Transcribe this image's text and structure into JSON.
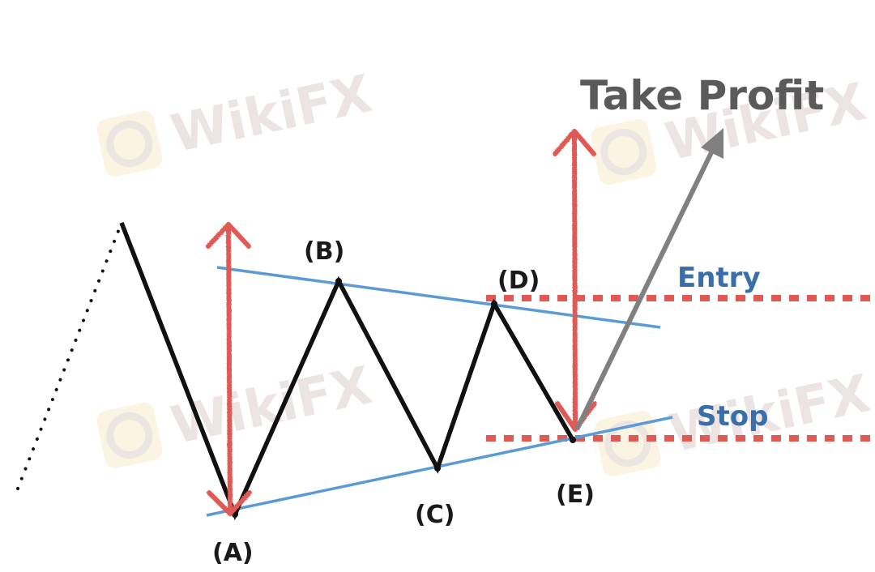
{
  "diagram": {
    "title": "Symmetrical triangle (ABCDE) breakout trade setup",
    "take_profit_label": "Take Profit",
    "entry_label": "Entry",
    "stop_label": "Stop",
    "points": [
      {
        "id": "A",
        "label": "(A)"
      },
      {
        "id": "B",
        "label": "(B)"
      },
      {
        "id": "C",
        "label": "(C)"
      },
      {
        "id": "D",
        "label": "(D)"
      },
      {
        "id": "E",
        "label": "(E)"
      }
    ],
    "watermark_text": "WikiFX",
    "colors": {
      "price_line": "#111111",
      "trendline": "#5b9bd5",
      "level_line": "#e05a55",
      "measure_arrow": "#e05a55",
      "target_arrow": "#808080",
      "take_profit_text": "#5a5a5a",
      "entry_stop_text": "#3a6ea8",
      "watermark_text": "#ece4e2",
      "watermark_badge": "#fbf4e2"
    }
  }
}
